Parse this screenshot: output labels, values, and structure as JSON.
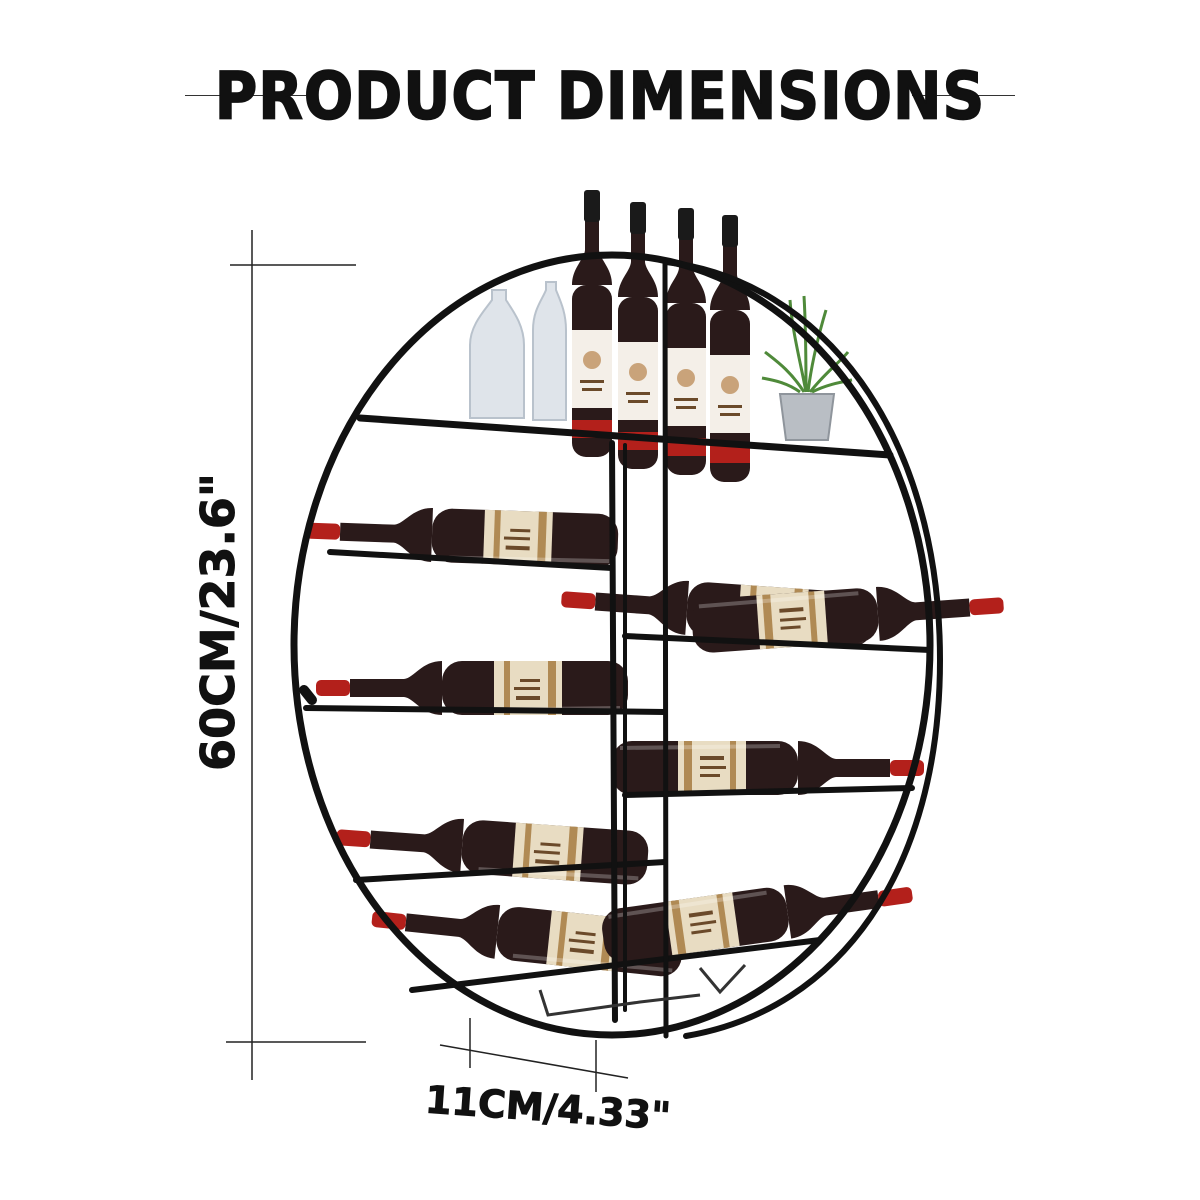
{
  "title": "PRODUCT DIMENSIONS",
  "dimensions": {
    "height_label": "60CM/23.6\"",
    "depth_label": "11CM/4.33\""
  },
  "colors": {
    "frame": "#111111",
    "bottle_glass": "#2a1a1a",
    "bottle_capsule": "#b3201b",
    "label_cream": "#e8dcc2",
    "plant_green": "#4f8a3a"
  }
}
